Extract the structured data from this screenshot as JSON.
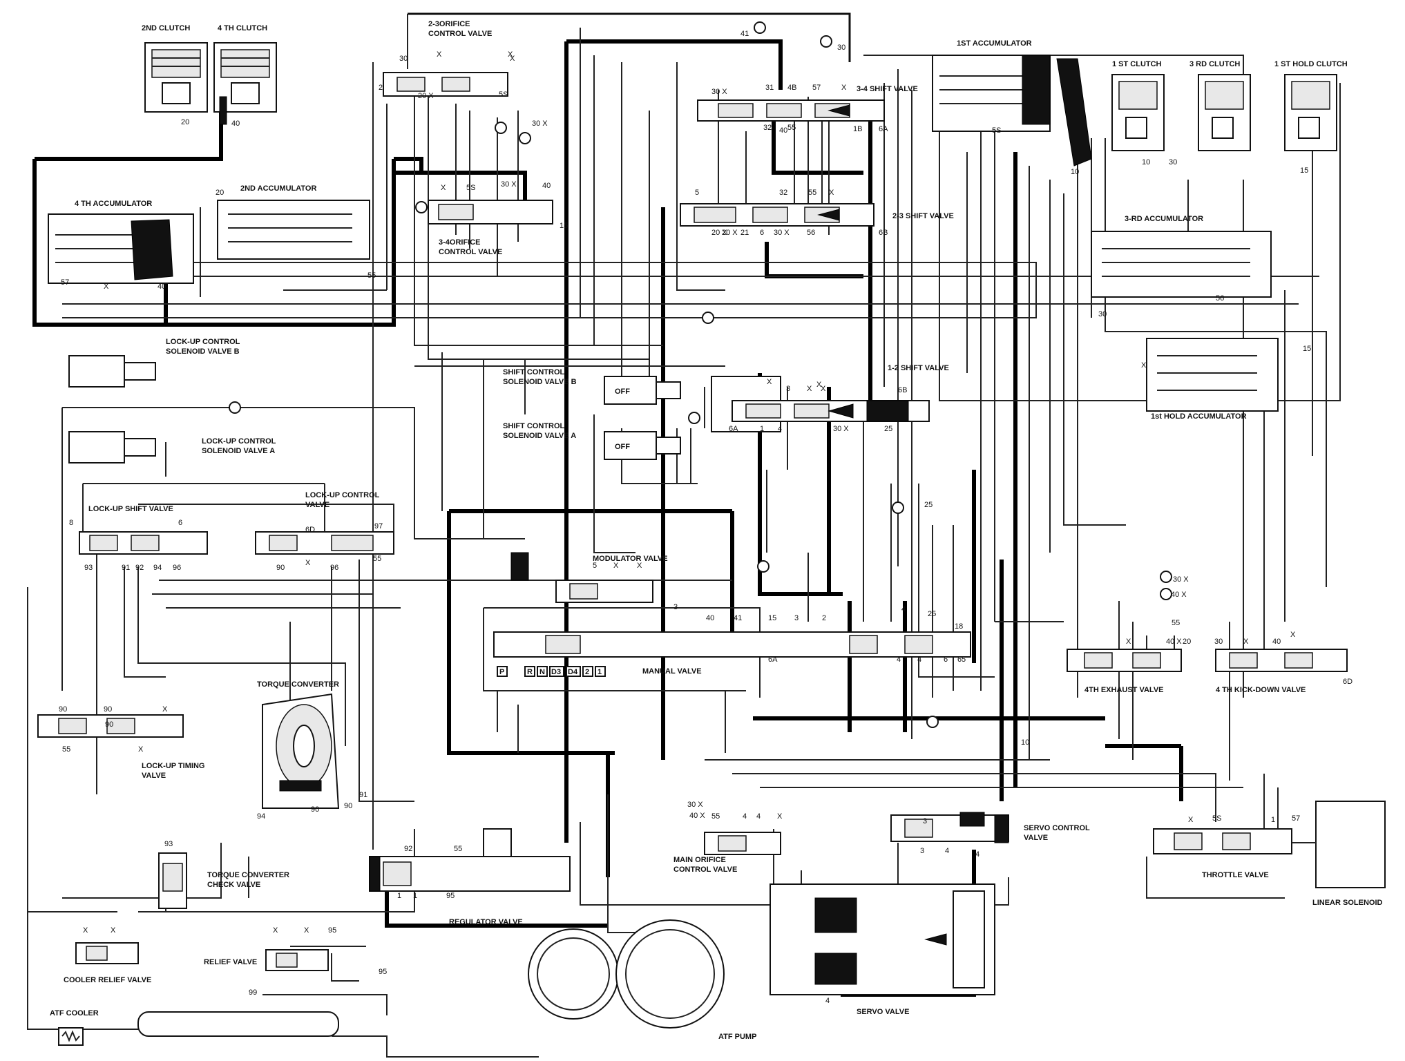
{
  "components": {
    "clutch_2nd": "2ND CLUTCH",
    "clutch_4th": "4 TH CLUTCH",
    "orifice_2_3": "2-3ORIFICE\nCONTROL VALVE",
    "accumulator_1st": "1ST ACCUMULATOR",
    "clutch_1st": "1 ST CLUTCH",
    "clutch_3rd": "3 RD CLUTCH",
    "clutch_1st_hold": "1 ST HOLD CLUTCH",
    "shift_3_4": "3-4 SHIFT VALVE",
    "accumulator_4th": "4 TH ACCUMULATOR",
    "accumulator_2nd": "2ND ACCUMULATOR",
    "orifice_3_4": "3-4ORIFICE\nCONTROL VALVE",
    "shift_2_3": "2-3 SHIFT VALVE",
    "accumulator_3rd": "3-RD ACCUMULATOR",
    "lockup_solenoid_b": "LOCK-UP CONTROL\nSOLENOID VALVE B",
    "shift_solenoid_b": "SHIFT CONTROL\nSOLENOID VALVE B",
    "shift_1_2": "1-2 SHIFT VALVE",
    "shift_solenoid_a": "SHIFT CONTROL\nSOLENOID VALVE A",
    "accumulator_1st_hold": "1st HOLD ACCUMULATOR",
    "lockup_solenoid_a": "LOCK-UP CONTROL\nSOLENOID VALVE A",
    "lockup_control": "LOCK-UP CONTROL\nVALVE",
    "lockup_shift": "LOCK-UP SHIFT VALVE",
    "modulator": "MODULATOR VALVE",
    "manual": "MANUAL VALVE",
    "exhaust_4th": "4TH EXHAUST VALVE",
    "kickdown_4th": "4 TH KICK-DOWN VALVE",
    "torque_converter": "TORQUE CONVERTER",
    "lockup_timing": "LOCK-UP TIMING\nVALVE",
    "servo_control": "SERVO CONTROL\nVALVE",
    "main_orifice": "MAIN ORIFICE\nCONTROL VALVE",
    "throttle": "THROTTLE VALVE",
    "linear_solenoid": "LINEAR SOLENOID",
    "tc_check": "TORQUE CONVERTER\nCHECK VALVE",
    "regulator": "REGULATOR VALVE",
    "cooler_relief": "COOLER RELIEF VALVE",
    "relief": "RELIEF VALVE",
    "atf_cooler": "ATF COOLER",
    "servo": "SERVO VALVE",
    "atf_pump": "ATF PUMP"
  },
  "solenoid_state": {
    "b": "OFF",
    "a": "OFF"
  },
  "manual_positions": [
    "P",
    "R",
    "N",
    "D3",
    "D4",
    "2",
    "1"
  ],
  "port_labels": [
    "41",
    "30",
    "30",
    "2",
    "20 X",
    "X",
    "5S",
    "X",
    "30 X",
    "20",
    "40",
    "30 X",
    "31",
    "4B",
    "57",
    "X",
    "55",
    "32",
    "40",
    "1B",
    "6A",
    "20",
    "20 X",
    "30 X",
    "40",
    "15",
    "X",
    "5S",
    "5",
    "20 X",
    "21",
    "6",
    "30 X",
    "56",
    "32",
    "55",
    "X",
    "6B",
    "57",
    "X",
    "40",
    "55",
    "X",
    "5S",
    "10",
    "10",
    "30",
    "15",
    "30",
    "56",
    "15",
    "X",
    "X",
    "X",
    "3",
    "X",
    "X",
    "6B",
    "6A",
    "1",
    "4",
    "30 X",
    "25",
    "25",
    "8",
    "6",
    "6D",
    "97",
    "93",
    "91",
    "92",
    "94",
    "96",
    "90",
    "X",
    "96",
    "55",
    "5",
    "X",
    "X",
    "3",
    "40",
    "41",
    "15",
    "3",
    "2",
    "4",
    "25",
    "18",
    "6",
    "6A",
    "4",
    "4",
    "5",
    "6",
    "55",
    "30 X",
    "40 X",
    "40 X",
    "20",
    "30",
    "X",
    "40",
    "X",
    "X",
    "6D",
    "90",
    "55",
    "X",
    "90",
    "X",
    "90",
    "91",
    "90",
    "94",
    "90",
    "10",
    "30 X",
    "40 X",
    "55",
    "4",
    "4",
    "X",
    "3",
    "4",
    "4",
    "3",
    "X",
    "5S",
    "1",
    "57",
    "92",
    "55",
    "93",
    "1",
    "1",
    "95",
    "X",
    "X",
    "X",
    "X",
    "95",
    "95",
    "99",
    "4"
  ]
}
